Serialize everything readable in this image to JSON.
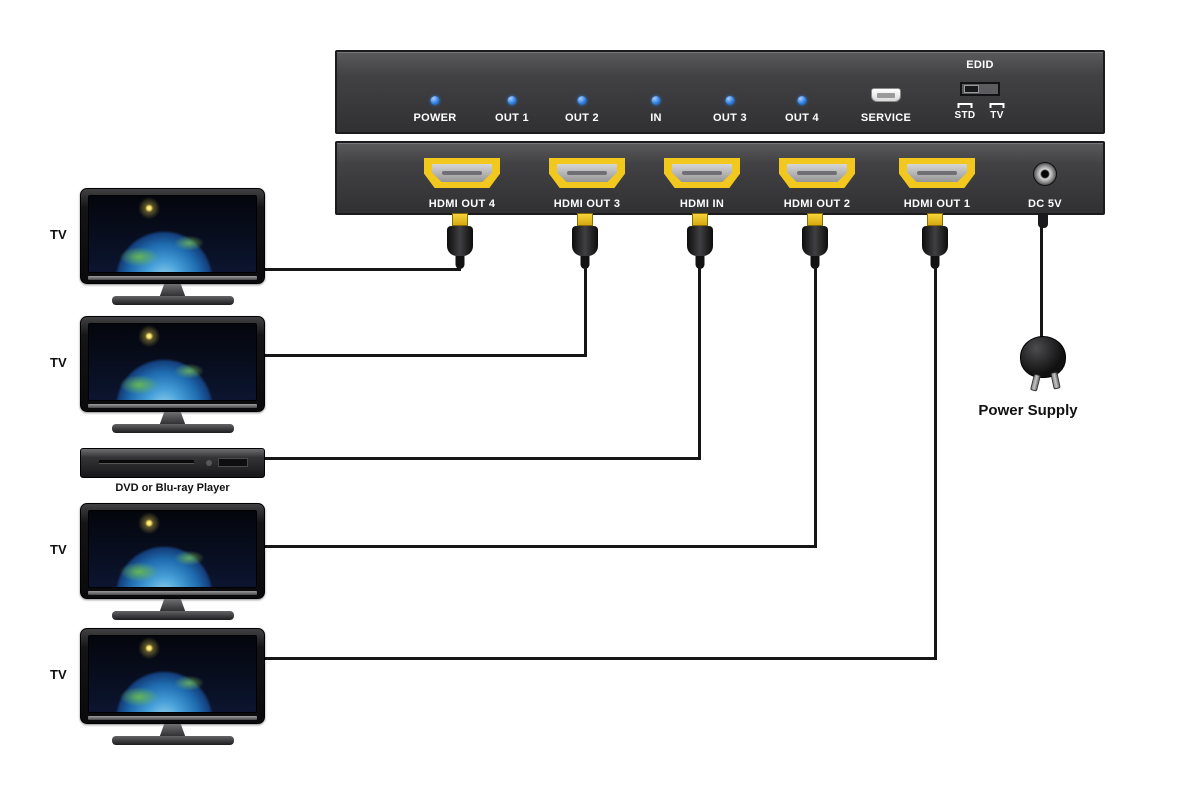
{
  "colors": {
    "accent": "#f2c81e",
    "led": "#2f7fe0",
    "panel": "#3e3e41",
    "cable": "#161616"
  },
  "front_panel": {
    "leds": [
      {
        "label": "POWER"
      },
      {
        "label": "OUT 1"
      },
      {
        "label": "OUT 2"
      },
      {
        "label": "IN"
      },
      {
        "label": "OUT 3"
      },
      {
        "label": "OUT 4"
      }
    ],
    "service_label": "SERVICE",
    "edid": {
      "title": "EDID",
      "left_label": "STD",
      "right_label": "TV"
    }
  },
  "rear_panel": {
    "ports": [
      {
        "label": "HDMI OUT 4"
      },
      {
        "label": "HDMI OUT 3"
      },
      {
        "label": "HDMI IN"
      },
      {
        "label": "HDMI OUT 2"
      },
      {
        "label": "HDMI OUT 1"
      }
    ],
    "dc_label": "DC 5V"
  },
  "devices": {
    "tvs": [
      {
        "label": "TV"
      },
      {
        "label": "TV"
      },
      {
        "label": "TV"
      },
      {
        "label": "TV"
      }
    ],
    "dvd": {
      "label": "DVD or Blu-ray Player"
    },
    "power_supply": {
      "label": "Power Supply"
    }
  }
}
